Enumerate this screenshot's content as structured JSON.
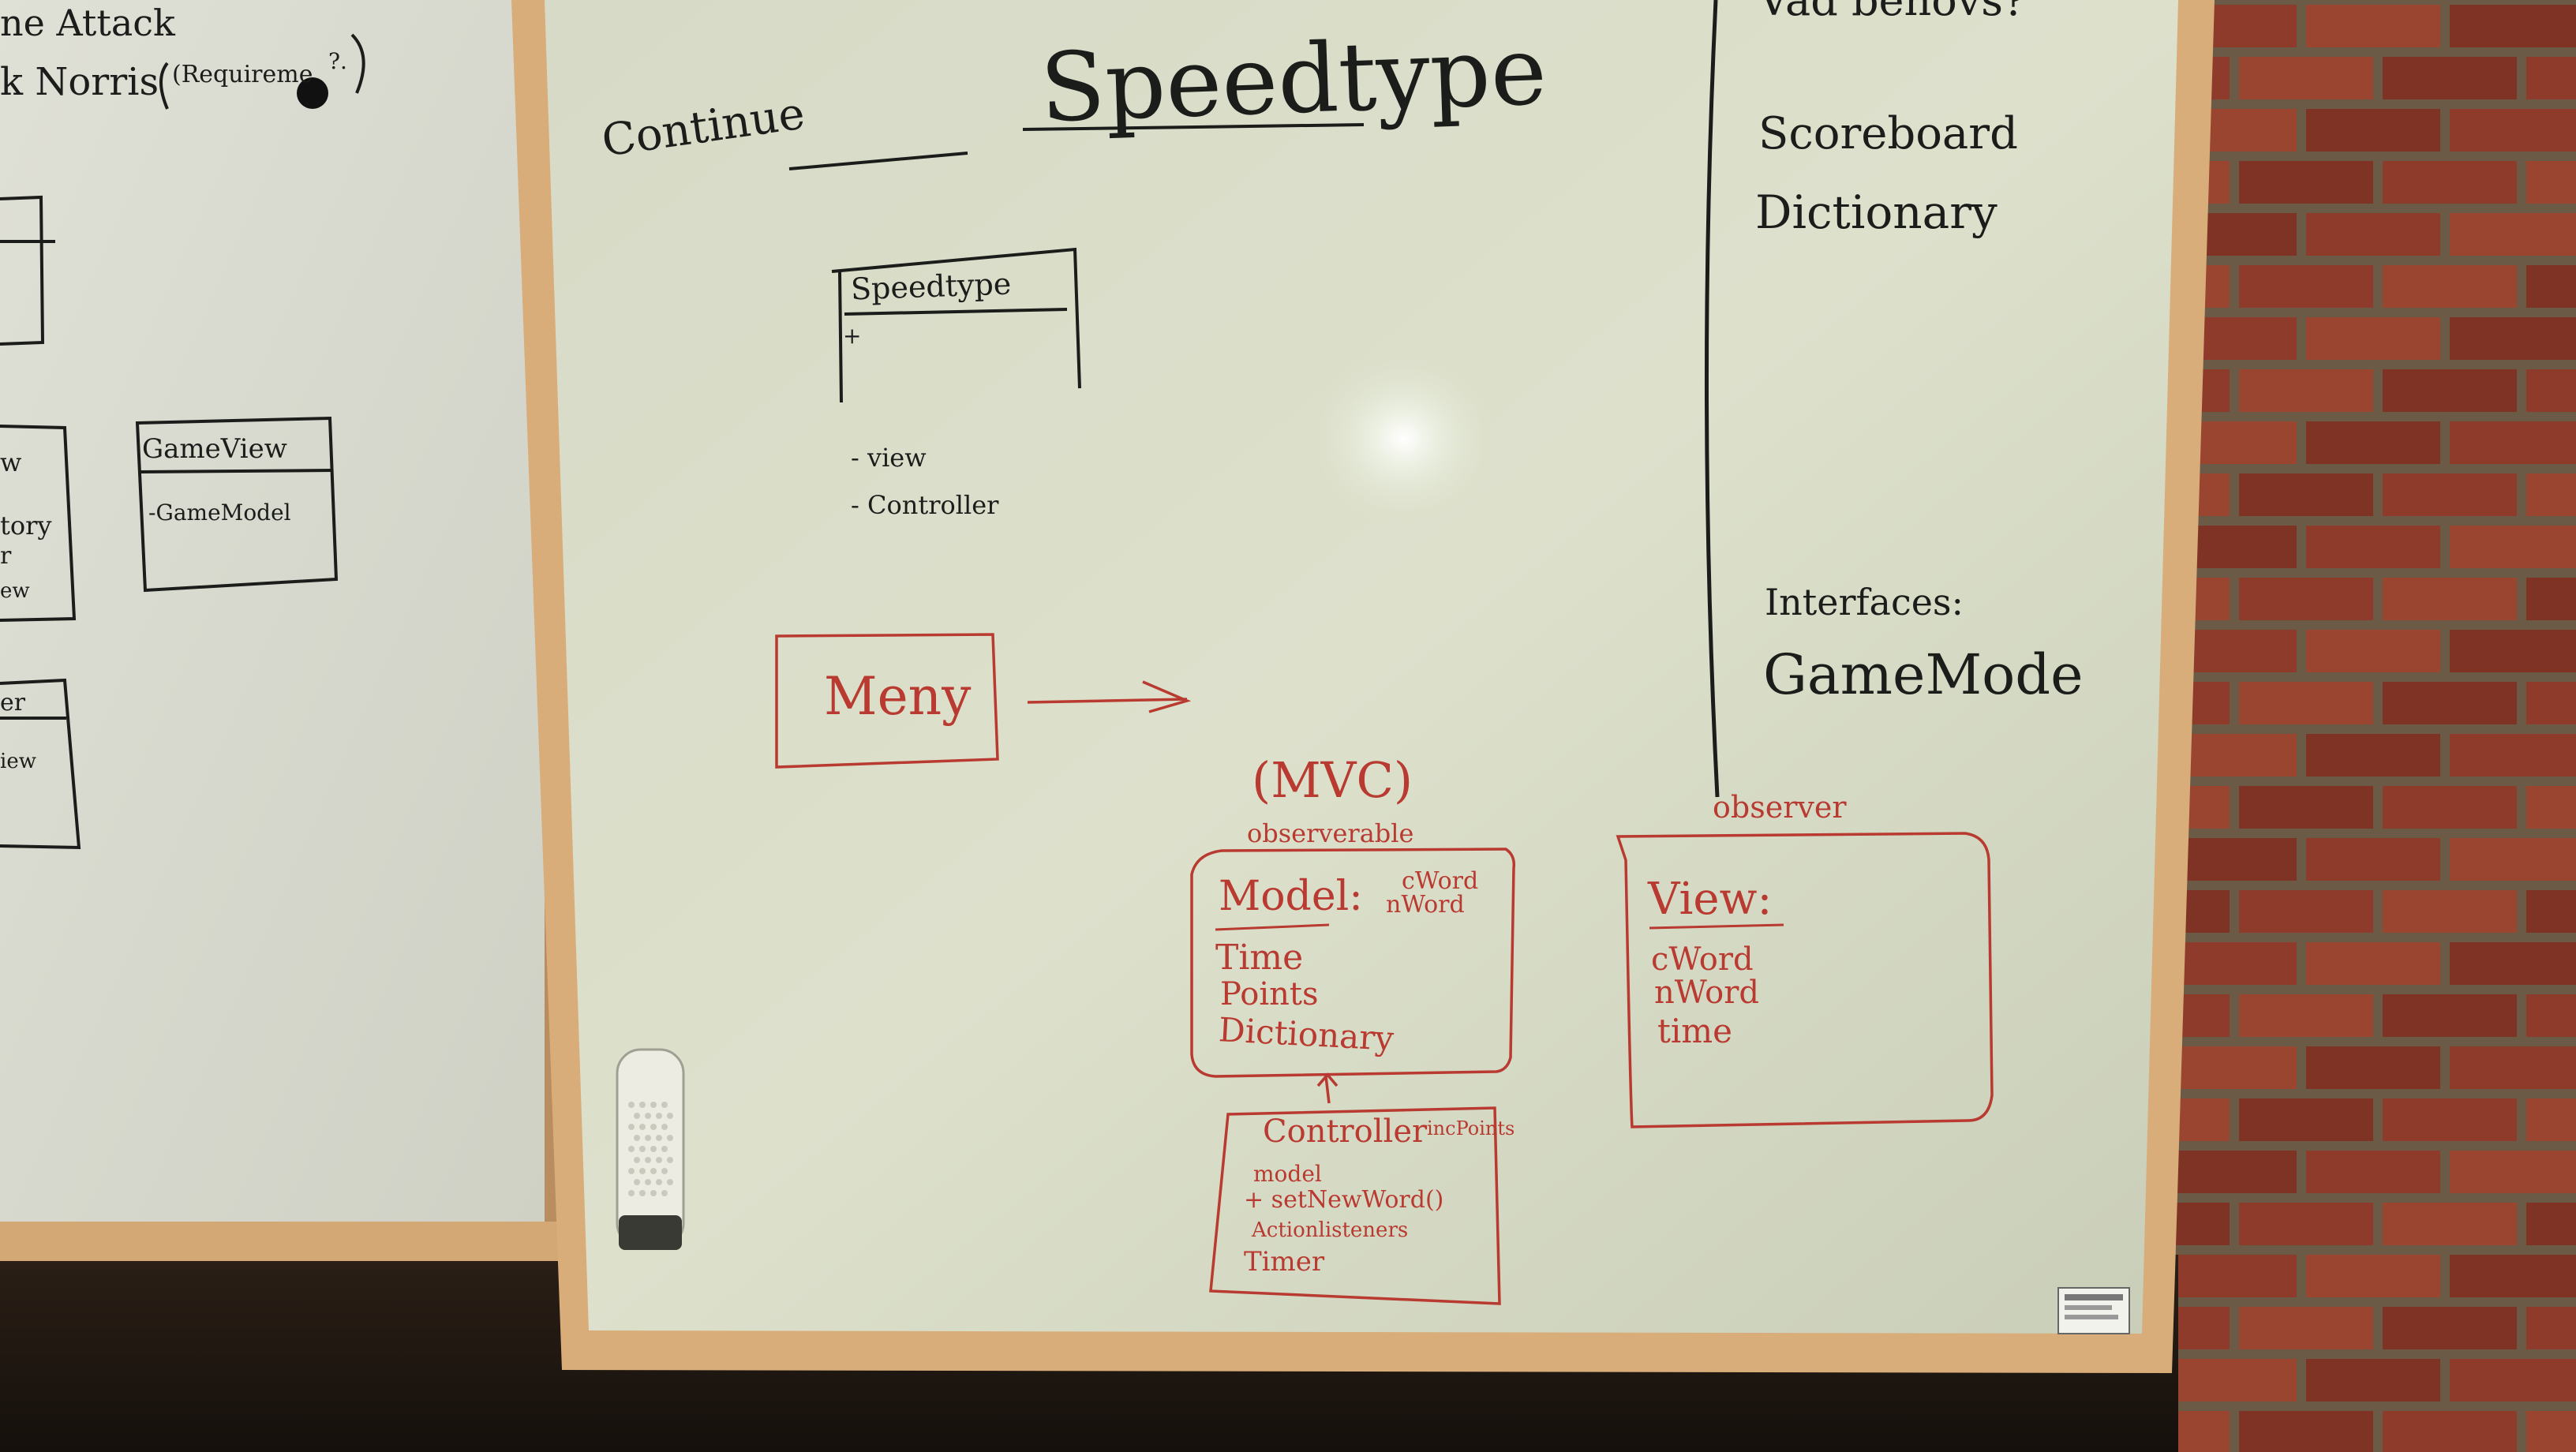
{
  "colors": {
    "board_surface": "#d8dcc6",
    "frame_wood": "#d9ad79",
    "black_marker": "#1b1d1b",
    "red_marker": "#b83a30",
    "brick": "#8e3b2c",
    "mortar": "#6b5a46",
    "wall_dark": "#2a1d14"
  },
  "left_board": {
    "line1": "ne Attack",
    "line2": "k Norris",
    "line3": "(Requireme",
    "line3b": "?.",
    "box1_title": "GameView",
    "box1_field": "-GameModel",
    "frag_w": "w",
    "frag_tory": "tory",
    "frag_r": "r",
    "frag_ew": "ew",
    "frag_er": "er",
    "frag_iew": "iew"
  },
  "main_board": {
    "title": "Speedtype",
    "note_continue": "Continue",
    "class_box": {
      "name": "Speedtype",
      "plus": "+",
      "items": [
        "- view",
        "- Controller"
      ]
    },
    "menu_box": "Meny",
    "mvc": {
      "heading": "(MVC)",
      "observable_label": "observerable",
      "model_title": "Model:",
      "model_side": [
        "cWord",
        "nWord"
      ],
      "model_fields": [
        "Time",
        "Points",
        "Dictionary"
      ],
      "controller_title": "Controller",
      "controller_side": "incPoints",
      "controller_fields": [
        "model",
        "+ setNewWord()",
        "Actionlisteners",
        "Timer"
      ]
    },
    "observer": {
      "label": "observer",
      "view_title": "View:",
      "view_fields": [
        "cWord",
        "nWord",
        "time"
      ]
    },
    "right_column": {
      "top_partial": "Vad behövs?",
      "items": [
        "Scoreboard",
        "Dictionary"
      ],
      "interfaces_label": "Interfaces:",
      "interfaces_item": "GameMode"
    }
  },
  "eraser_icon": "whiteboard-eraser-icon",
  "label_sticker": "manufacturer-label-icon"
}
